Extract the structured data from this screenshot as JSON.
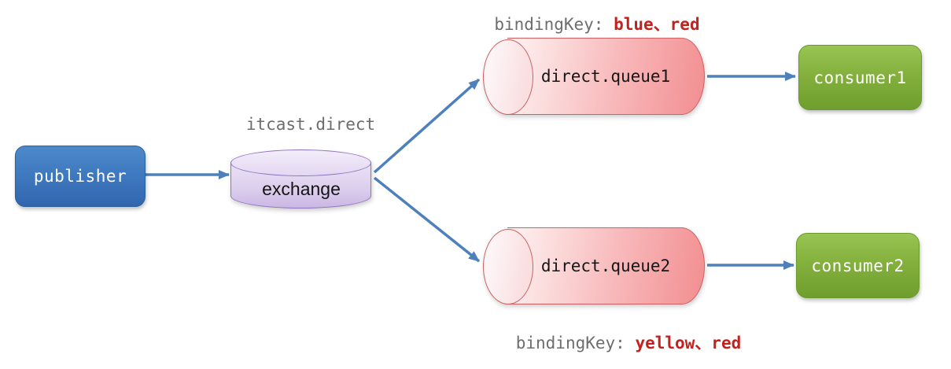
{
  "diagram": {
    "publisher": {
      "label": "publisher"
    },
    "exchange": {
      "label": "exchange",
      "name": "itcast.direct"
    },
    "queues": [
      {
        "label": "direct.queue1",
        "binding": {
          "prefix": "bindingKey: ",
          "keys": "blue、red"
        }
      },
      {
        "label": "direct.queue2",
        "binding": {
          "prefix": "bindingKey: ",
          "keys": "yellow、red"
        }
      }
    ],
    "consumers": [
      {
        "label": "consumer1"
      },
      {
        "label": "consumer2"
      }
    ],
    "colors": {
      "publisher_fill": "#3f7ac0",
      "exchange_fill": "#d9c9ec",
      "exchange_border": "#8f72c2",
      "queue_fill": "#f5999b",
      "queue_border": "#cf6063",
      "consumer_fill": "#84b13d",
      "consumer_border": "#6b9a2c",
      "arrow": "#4e80bc",
      "binding_key_text": "#c2221e",
      "muted_text": "#6d6d6f"
    }
  }
}
